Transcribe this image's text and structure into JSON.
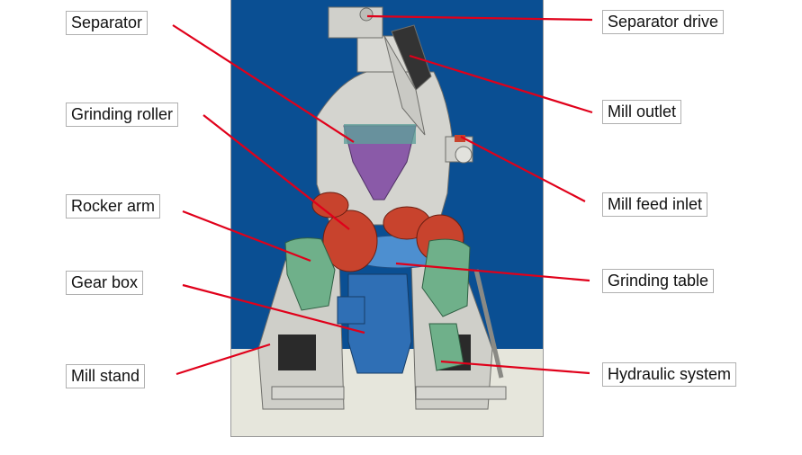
{
  "labels": {
    "separator": "Separator",
    "grinding_roller": "Grinding roller",
    "rocker_arm": "Rocker arm",
    "gear_box": "Gear box",
    "mill_stand": "Mill stand",
    "separator_drive": "Separator drive",
    "mill_outlet": "Mill outlet",
    "mill_feed_inlet": "Mill feed inlet",
    "grinding_table": "Grinding table",
    "hydraulic_system": "Hydraulic system"
  },
  "colors": {
    "background_blue": "#0a4f93",
    "floor": "#e6e6dc",
    "casing": "#d4d4cf",
    "separator": "#8a5aa8",
    "roller": "#c8432d",
    "rocker_arm": "#6fb08a",
    "gear_box": "#2f6fb5",
    "leader_line": "#e0001a"
  }
}
